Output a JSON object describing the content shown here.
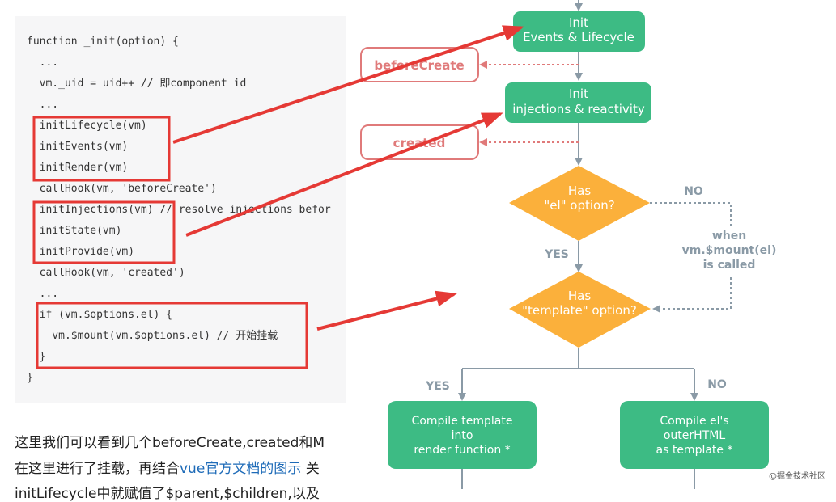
{
  "code": {
    "lines": [
      "function _init(option) {",
      "  ...",
      "  vm._uid = uid++ // 即component id",
      "  ...",
      "  initLifecycle(vm)",
      "  initEvents(vm)",
      "  initRender(vm)",
      "  callHook(vm, 'beforeCreate')",
      "  initInjections(vm) // resolve injections befor",
      "  initState(vm)",
      "  initProvide(vm)",
      "  callHook(vm, 'created')",
      "  ...",
      "  if (vm.$options.el) {",
      "    vm.$mount(vm.$options.el) // 开始挂载",
      "  }",
      "}"
    ]
  },
  "article": {
    "line1": "这里我们可以看到几个beforeCreate,created和M",
    "line2_pre": "在这里进行了挂载，再结合",
    "line2_link": "vue官方文档的图示",
    "line2_post": " 关",
    "line3": "initLifecycle中就赋值了$parent,$children,以及"
  },
  "flow": {
    "init_events": [
      "Init",
      "Events & Lifecycle"
    ],
    "before_create": "beforeCreate",
    "init_inject": [
      "Init",
      "injections & reactivity"
    ],
    "created": "created",
    "has_el": [
      "Has",
      "\"el\" option?"
    ],
    "no1": "NO",
    "when_mount": [
      "when",
      "vm.$mount(el)",
      "is called"
    ],
    "yes1": "YES",
    "has_template": [
      "Has",
      "\"template\" option?"
    ],
    "yes2": "YES",
    "no2": "NO",
    "compile_template": [
      "Compile template",
      "into",
      "render function *"
    ],
    "compile_el": [
      "Compile el's",
      "outerHTML",
      "as template *"
    ]
  },
  "watermark": "@掘金技术社区",
  "colors": {
    "green": "#3dbb84",
    "orange": "#fbb03b",
    "red": "#e53935",
    "pink": "#e07a7a",
    "gray": "#8a9aa6"
  }
}
